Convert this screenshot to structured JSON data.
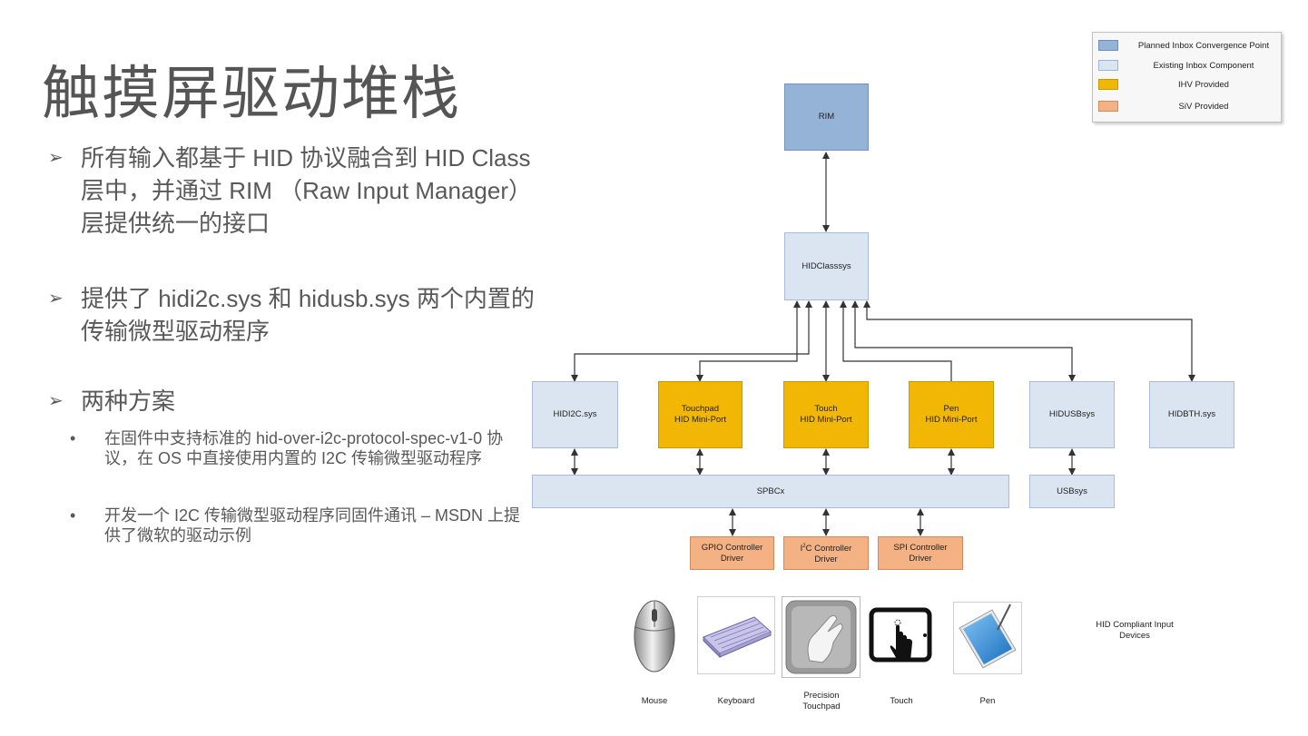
{
  "slide": {
    "title": "触摸屏驱动堆栈",
    "bullets": [
      {
        "marker": "➢",
        "text": "所有输入都基于 HID 协议融合到 HID Class 层中，并通过 RIM （Raw Input Manager）层提供统一的接口"
      },
      {
        "marker": "➢",
        "text": "提供了 hidi2c.sys 和 hidusb.sys 两个内置的传输微型驱动程序"
      },
      {
        "marker": "➢",
        "text": "两种方案"
      }
    ],
    "sub_bullets": [
      {
        "marker": "•",
        "text": "在固件中支持标准的 hid-over-i2c-protocol-spec-v1-0 协议，在 OS 中直接使用内置的 I2C 传输微型驱动程序"
      },
      {
        "marker": "•",
        "text": "开发一个 I2C 传输微型驱动程序同固件通讯 – MSDN 上提供了微软的驱动示例"
      }
    ]
  },
  "legend": [
    {
      "label": "Planned Inbox Convergence Point",
      "color": "#95b3d7"
    },
    {
      "label": "Existing Inbox Component",
      "color": "#dbe5f1"
    },
    {
      "label": "IHV Provided",
      "color": "#f2b705"
    },
    {
      "label": "SiV Provided",
      "color": "#f4b183"
    }
  ],
  "diagram": {
    "rim": "RIM",
    "hidclass": "HIDClasssys",
    "hidi2c": "HIDI2C.sys",
    "touchpad_line1": "Touchpad",
    "touchpad_line2": "HID Mini-Port",
    "touch_line1": "Touch",
    "touch_line2": "HID Mini-Port",
    "pen_line1": "Pen",
    "pen_line2": "HID Mini-Port",
    "hidusb": "HIDUSBsys",
    "hidbth": "HIDBTH.sys",
    "spbcx": "SPBCx",
    "usbsys": "USBsys",
    "gpio_line1": "GPIO Controller",
    "gpio_line2": "Driver",
    "i2c_i": "I",
    "i2c_sup": "2",
    "i2c_rest": "C Controller",
    "i2c_line2": "Driver",
    "spi_line1": "SPI Controller",
    "spi_line2": "Driver",
    "hid_devices_line1": "HID Compliant Input",
    "hid_devices_line2": "Devices"
  },
  "devices": [
    {
      "label": "Mouse",
      "icon": "mouse-icon"
    },
    {
      "label": "Keyboard",
      "icon": "keyboard-icon"
    },
    {
      "label_line1": "Precision",
      "label_line2": "Touchpad",
      "icon": "touchpad-icon"
    },
    {
      "label": "Touch",
      "icon": "touch-tablet-icon"
    },
    {
      "label": "Pen",
      "icon": "pen-tablet-icon"
    }
  ]
}
